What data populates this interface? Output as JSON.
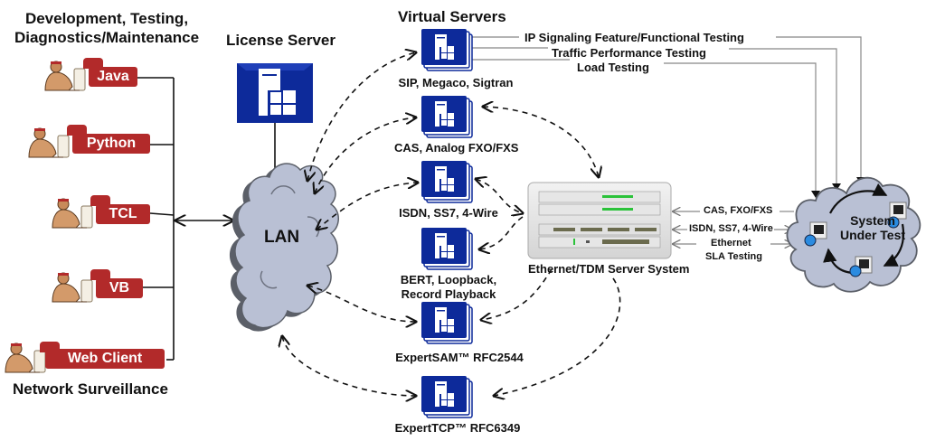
{
  "titles": {
    "dev": [
      "Development, Testing,",
      "Diagnostics/Maintenance"
    ],
    "network_surveillance": "Network Surveillance",
    "license_server": "License Server",
    "virtual_servers": "Virtual Servers",
    "lan": "LAN",
    "server_system": "Ethernet/TDM Server System",
    "sut": [
      "System",
      "Under Test"
    ]
  },
  "clients": [
    {
      "label": "Java"
    },
    {
      "label": "Python"
    },
    {
      "label": "TCL"
    },
    {
      "label": "VB"
    },
    {
      "label": "Web Client"
    }
  ],
  "virtual_servers": [
    {
      "label": [
        "SIP, Megaco, Sigtran"
      ]
    },
    {
      "label": [
        "CAS, Analog FXO/FXS"
      ]
    },
    {
      "label": [
        "ISDN, SS7, 4-Wire"
      ]
    },
    {
      "label": [
        "BERT, Loopback,",
        "Record Playback"
      ]
    },
    {
      "label": [
        "ExpertSAM™ RFC2544"
      ]
    },
    {
      "label": [
        "ExpertTCP™ RFC6349"
      ]
    }
  ],
  "testing_types": [
    "IP Signaling Feature/Functional Testing",
    "Traffic Performance Testing",
    "Load Testing"
  ],
  "interfaces": [
    "CAS, FXO/FXS",
    "ISDN, SS7, 4-Wire",
    "Ethernet",
    "SLA Testing"
  ],
  "colors": {
    "client_tag": "#b22a2a",
    "server_blue": "#0d2a9a",
    "cloud": "#b9c0d4",
    "cloud_shadow": "#5b5f68",
    "led_green": "#2bc23a"
  }
}
